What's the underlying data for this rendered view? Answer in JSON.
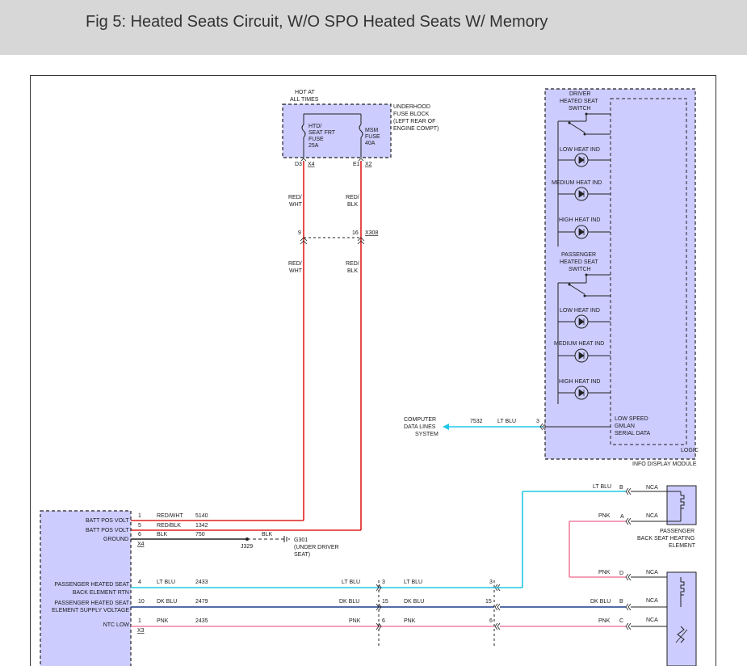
{
  "header": {
    "title": "Fig 5: Heated Seats Circuit, W/O SPO Heated Seats W/ Memory"
  },
  "fuse_block": {
    "hot_at_1": "HOT AT",
    "hot_at_2": "ALL TIMES",
    "desc_1": "UNDERHOOD",
    "desc_2": "FUSE BLOCK",
    "desc_3": "(LEFT REAR OF",
    "desc_4": "ENGINE COMPT)",
    "fuse1_1": "HTD/",
    "fuse1_2": "SEAT FRT",
    "fuse1_3": "FUSE",
    "fuse1_4": "25A",
    "fuse2_1": "MSM",
    "fuse2_2": "FUSE",
    "fuse2_3": "40A",
    "pin_d3": "D3",
    "conn_x4": "X4",
    "pin_e1": "E1",
    "conn_x2": "X2"
  },
  "wires": {
    "red_wht_1": "RED/",
    "red_wht_2": "WHT",
    "red_blk_1": "RED/",
    "red_blk_2": "BLK",
    "pin_9": "9",
    "pin_16": "16",
    "conn_x308": "X308"
  },
  "info_module": {
    "driver_1": "DRIVER",
    "driver_2": "HEATED SEAT",
    "driver_3": "SWITCH",
    "low_heat_ind": "LOW HEAT IND",
    "medium_heat_ind": "MEDIUM HEAT IND",
    "high_heat_ind": "HIGH HEAT IND",
    "passenger_1": "PASSENGER",
    "passenger_2": "HEATED SEAT",
    "passenger_3": "SWITCH",
    "gmlan_1": "LOW SPEED",
    "gmlan_2": "GMLAN",
    "gmlan_3": "SERIAL DATA",
    "logic": "LOGIC",
    "module_name": "INFO DISPLAY MODULE",
    "computer_1": "COMPUTER",
    "computer_2": "DATA LINES",
    "computer_3": "SYSTEM",
    "circuit_7532": "7532",
    "lt_blu": "LT BLU",
    "pin_3": "3"
  },
  "seat_module": {
    "rows": [
      {
        "label": "BATT POS VOLT",
        "pin": "1",
        "color": "RED/WHT",
        "circuit": "5140"
      },
      {
        "label": "BATT POS VOLT",
        "pin": "5",
        "color": "RED/BLK",
        "circuit": "1342"
      },
      {
        "label": "GROUND",
        "pin": "6",
        "color": "BLK",
        "circuit": "750"
      }
    ],
    "conn_x4": "X4",
    "j329": "J329",
    "blk": "BLK",
    "g301_1": "G301",
    "g301_2": "(UNDER DRIVER",
    "g301_3": "SEAT)",
    "lower_rows": [
      {
        "label1": "PASSENGER HEATED SEAT",
        "label2": "BACK ELEMENT RTN",
        "pin": "4",
        "color": "LT BLU",
        "circuit": "2433",
        "mid_color": "LT BLU",
        "pin2": "3",
        "color2": "LT BLU",
        "pin3": "3"
      },
      {
        "label1": "PASSENGER HEATED SEAT",
        "label2": "ELEMENT SUPPLY VOLTAGE",
        "pin": "10",
        "color": "DK BLU",
        "circuit": "2479",
        "mid_color": "DK BLU",
        "pin2": "15",
        "color2": "DK BLU",
        "pin3": "15"
      },
      {
        "label1": "",
        "label2": "NTC LOW",
        "pin": "1",
        "color": "PNK",
        "circuit": "2435",
        "mid_color": "PNK",
        "pin2": "6",
        "color2": "PNK",
        "pin3": "6"
      }
    ],
    "conn_x3": "X3"
  },
  "heating_element": {
    "lt_blu": "LT BLU",
    "pin_b": "B",
    "nca1": "NCA",
    "pnk": "PNK",
    "pin_a": "A",
    "nca2": "NCA",
    "name_1": "PASSENGER",
    "name_2": "BACK SEAT HEATING",
    "name_3": "ELEMENT",
    "pnk2": "PNK",
    "pin_d": "D",
    "nca3": "NCA",
    "dk_blu": "DK BLU",
    "pin_b2": "B",
    "nca4": "NCA",
    "pnk3": "PNK",
    "pin_c": "C",
    "nca5": "NCA"
  },
  "colors": {
    "red": "#e02020",
    "cyan": "#20c8e8",
    "dark_blue": "#1a3a8a",
    "pink": "#f080a0",
    "module_fill": "#ccccff",
    "header_bg": "#d7d7d7"
  }
}
